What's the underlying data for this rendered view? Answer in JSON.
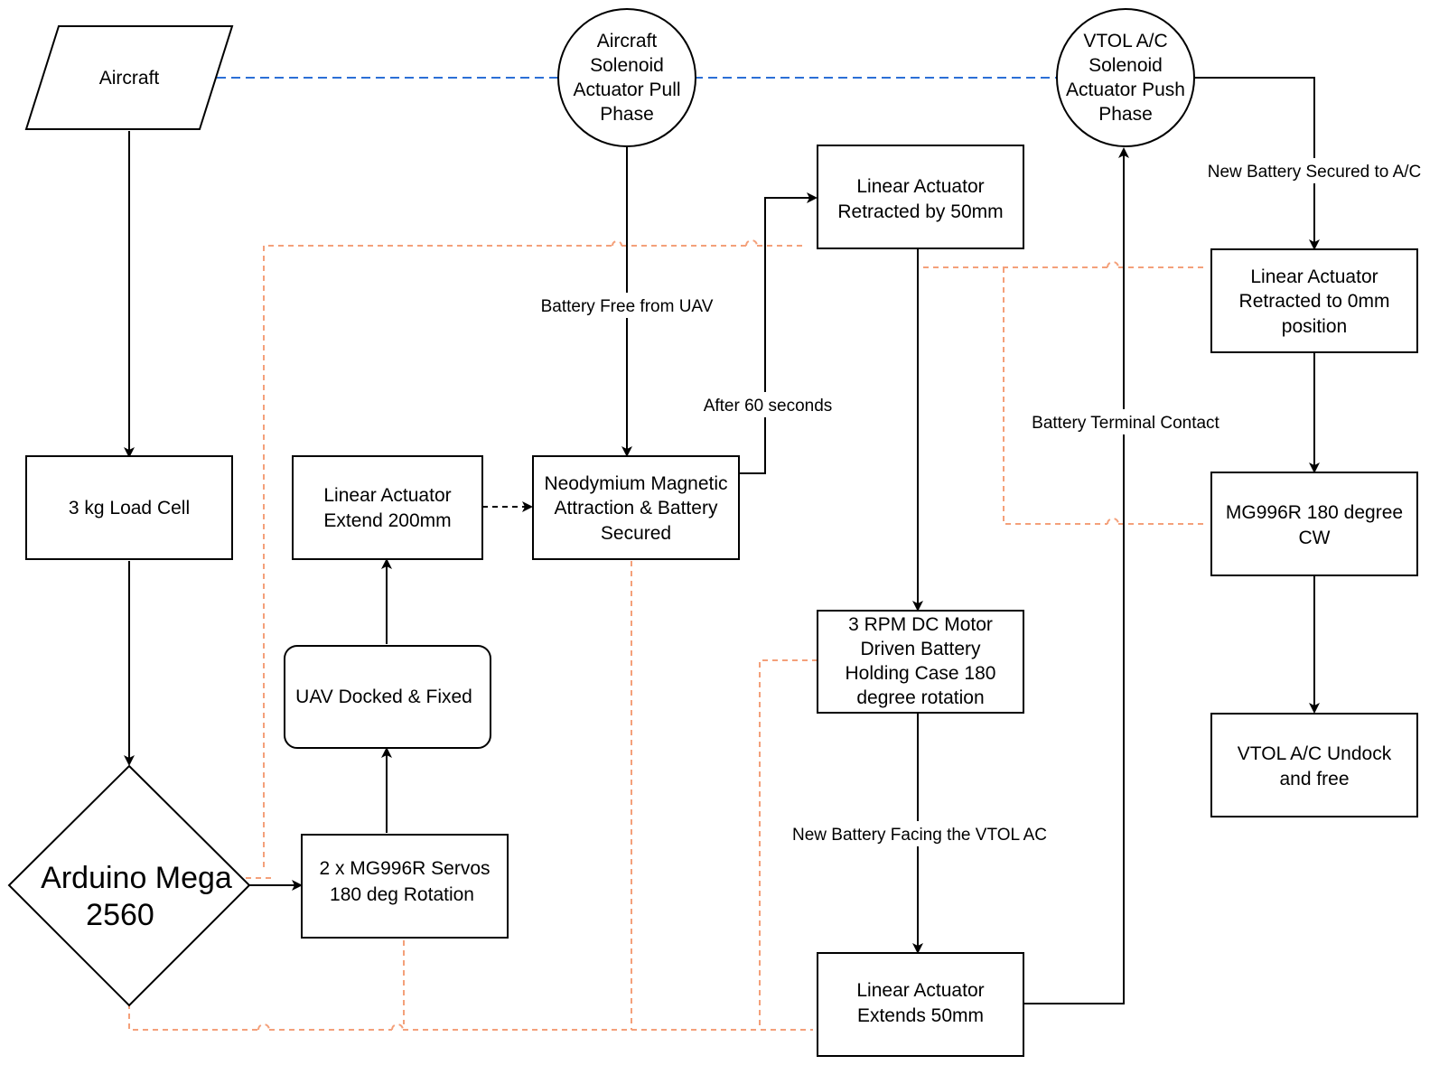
{
  "nodes": {
    "aircraft": "Aircraft",
    "pull_phase": [
      "Aircraft",
      "Solenoid",
      "Actuator Pull",
      "Phase"
    ],
    "push_phase": [
      "VTOL A/C",
      "Solenoid",
      "Actuator Push",
      "Phase"
    ],
    "retracted_50": [
      "Linear Actuator",
      "Retracted by 50mm"
    ],
    "retracted_0": [
      "Linear Actuator",
      "Retracted to 0mm",
      "position"
    ],
    "load_cell": "3 kg Load Cell",
    "extend_200": [
      "Linear Actuator",
      "Extend 200mm"
    ],
    "neodymium": [
      "Neodymium Magnetic",
      "Attraction & Battery",
      "Secured"
    ],
    "mg996r_cw": [
      "MG996R 180 degree",
      "CW"
    ],
    "dc_motor": [
      "3 RPM DC Motor",
      "Driven Battery",
      "Holding Case 180",
      "degree rotation"
    ],
    "uav_docked": "UAV Docked & Fixed",
    "undock": [
      "VTOL A/C Undock",
      "and free"
    ],
    "arduino": [
      "Arduino Mega",
      "2560"
    ],
    "servos": [
      "2 x MG996R Servos",
      "180 deg Rotation"
    ],
    "extends_50": [
      "Linear Actuator",
      "Extends 50mm"
    ]
  },
  "edge_labels": {
    "battery_free": "Battery Free from UAV",
    "after_60": "After 60 seconds",
    "new_battery_secured": "New Battery Secured to A/C",
    "battery_terminal": "Battery Terminal Contact",
    "new_battery_facing": "New Battery Facing the VTOL AC"
  },
  "colors": {
    "node_stroke": "#000000",
    "flow_line": "#000000",
    "sensor_link": "#2b6fd6",
    "control_link": "#f4a07a"
  }
}
